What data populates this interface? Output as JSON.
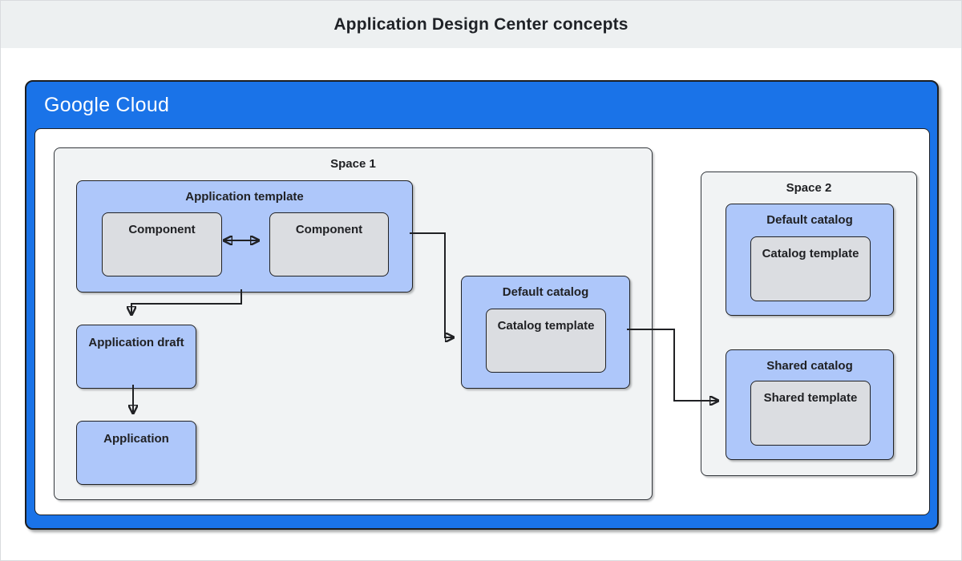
{
  "header": {
    "title": "Application Design Center concepts"
  },
  "brand": {
    "google": "Google",
    "cloud": "Cloud"
  },
  "space1": {
    "label": "Space 1",
    "application_template": {
      "label": "Application template",
      "components": [
        {
          "label": "Component"
        },
        {
          "label": "Component"
        }
      ]
    },
    "application_draft": {
      "label": "Application draft"
    },
    "application": {
      "label": "Application"
    },
    "default_catalog": {
      "label": "Default catalog",
      "catalog_template": {
        "label": "Catalog template"
      }
    }
  },
  "space2": {
    "label": "Space 2",
    "default_catalog": {
      "label": "Default catalog",
      "catalog_template": {
        "label": "Catalog template"
      }
    },
    "shared_catalog": {
      "label": "Shared catalog",
      "shared_template": {
        "label": "Shared template"
      }
    }
  },
  "arrows": [
    {
      "name": "component-to-component",
      "type": "bidirectional"
    },
    {
      "name": "template-to-draft",
      "from": "Application template",
      "to": "Application draft"
    },
    {
      "name": "draft-to-application",
      "from": "Application draft",
      "to": "Application"
    },
    {
      "name": "template-to-default-catalog",
      "from": "Application template",
      "to": "Default catalog (Space 1)"
    },
    {
      "name": "default-catalog-to-shared-catalog",
      "from": "Default catalog (Space 1)",
      "to": "Shared catalog (Space 2)"
    }
  ],
  "colors": {
    "frame_blue": "#1a73e8",
    "box_blue": "#aec7fa",
    "box_gray": "#dbdde1",
    "space_gray": "#f1f3f4",
    "banner_gray": "#edf0f1",
    "border_dark": "#202124"
  }
}
